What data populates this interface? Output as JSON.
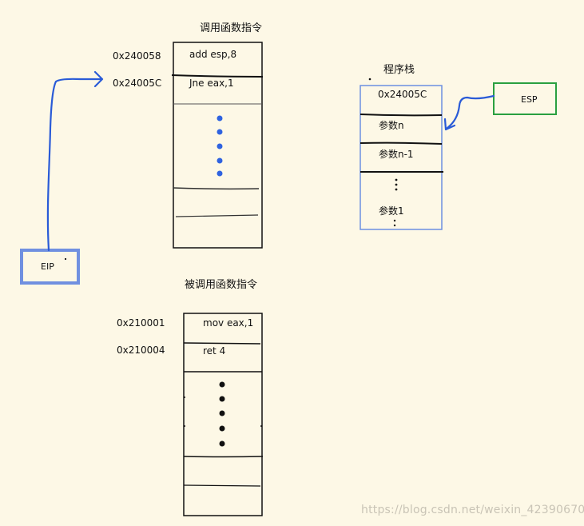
{
  "caller": {
    "title": "调用函数指令",
    "rows": [
      {
        "address": "0x240058",
        "instruction": "add esp,8"
      },
      {
        "address": "0x24005C",
        "instruction": "Jne eax,1"
      }
    ]
  },
  "callee": {
    "title": "被调用函数指令",
    "rows": [
      {
        "address": "0x210001",
        "instruction": "mov eax,1"
      },
      {
        "address": "0x210004",
        "instruction": "ret 4"
      }
    ]
  },
  "stack": {
    "title": "程序栈",
    "cells": [
      "0x24005C",
      "参数n",
      "参数n-1",
      "参数1"
    ]
  },
  "registers": {
    "eip": "EIP",
    "esp": "ESP"
  },
  "colors": {
    "eip_box": "#7090e0",
    "esp_box": "#2aa040",
    "arrow": "#2a5bd7",
    "stack_border": "#6d8fe0"
  },
  "watermark": "https://blog.csdn.net/weixin_42390670"
}
